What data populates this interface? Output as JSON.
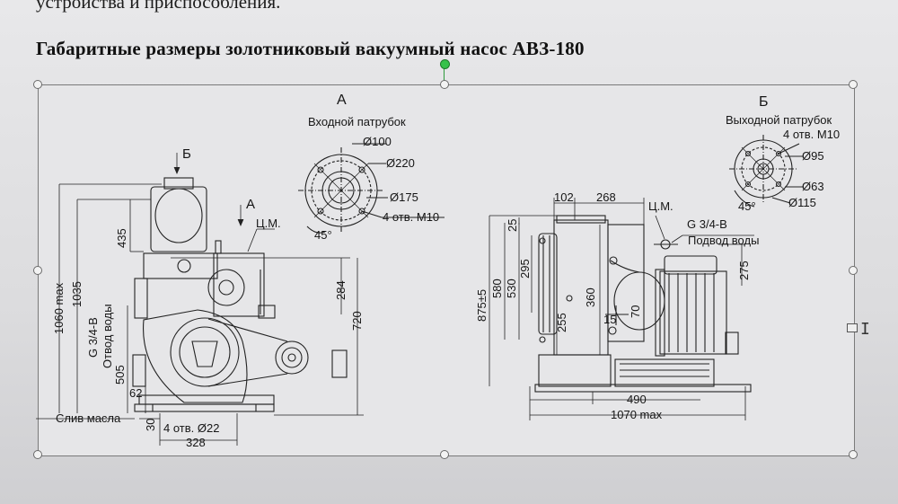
{
  "document": {
    "top_text": "устройства и приспособления.",
    "heading": "Габаритные размеры золотниковый вакуумный насос АВЗ-180"
  },
  "drawing": {
    "view_a": {
      "letter": "А",
      "title": "Входной патрубок",
      "dims": [
        "Ø100",
        "Ø220",
        "Ø175",
        "4 отв. М10",
        "45°"
      ]
    },
    "view_b": {
      "letter": "Б",
      "title": "Выходной патрубок",
      "dims": [
        "4 отв. М10",
        "Ø95",
        "Ø63",
        "Ø115",
        "45°"
      ]
    },
    "left_view": {
      "arrow_b": "Б",
      "arrow_a": "А",
      "cm_label": "Ц.М.",
      "dims_vertical": [
        "1060 max",
        "1035",
        "435",
        "284",
        "720",
        "505",
        "62",
        "30"
      ],
      "water_label": "G 3/4-В",
      "water_outlet": "Отвод воды",
      "oil_drain": "Слив масла",
      "holes": "4 отв. Ø22",
      "width": "328"
    },
    "right_view": {
      "dims_top": [
        "102",
        "268"
      ],
      "cm_label": "Ц.М.",
      "water_label": "G 3/4-В",
      "water_inlet": "Подвод воды",
      "dims_vertical": [
        "875±5",
        "580",
        "530",
        "295",
        "25",
        "255",
        "360",
        "275"
      ],
      "dims_small": [
        "15",
        "70"
      ],
      "width_490": "490",
      "width_1070": "1070 max"
    }
  }
}
